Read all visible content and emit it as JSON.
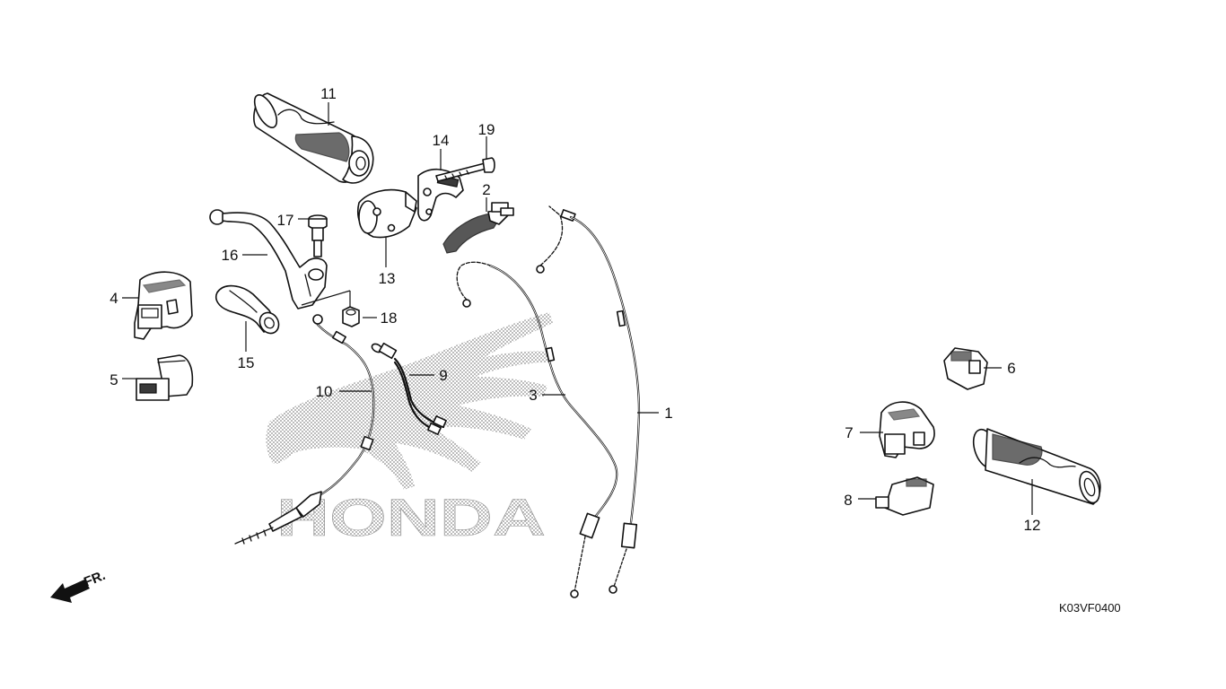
{
  "diagram": {
    "drawing_code": "K03VF0400",
    "front_marker": "FR.",
    "watermark_text": "HONDA",
    "parts": [
      {
        "no": "1",
        "icon": "throttle-cable-a"
      },
      {
        "no": "2",
        "icon": "throttle-housing-bracket"
      },
      {
        "no": "3",
        "icon": "throttle-cable-b"
      },
      {
        "no": "4",
        "icon": "left-handlebar-switch-housing"
      },
      {
        "no": "5",
        "icon": "switch-unit"
      },
      {
        "no": "6",
        "icon": "stop-switch"
      },
      {
        "no": "7",
        "icon": "right-handlebar-switch-housing"
      },
      {
        "no": "8",
        "icon": "starter-switch"
      },
      {
        "no": "9",
        "icon": "clutch-switch"
      },
      {
        "no": "10",
        "icon": "clutch-cable"
      },
      {
        "no": "11",
        "icon": "throttle-grip"
      },
      {
        "no": "12",
        "icon": "left-grip"
      },
      {
        "no": "13",
        "icon": "throttle-housing-upper"
      },
      {
        "no": "14",
        "icon": "throttle-housing-lower"
      },
      {
        "no": "15",
        "icon": "lever-boot"
      },
      {
        "no": "16",
        "icon": "clutch-lever"
      },
      {
        "no": "17",
        "icon": "pivot-bolt"
      },
      {
        "no": "18",
        "icon": "nut"
      },
      {
        "no": "19",
        "icon": "screw"
      }
    ]
  }
}
